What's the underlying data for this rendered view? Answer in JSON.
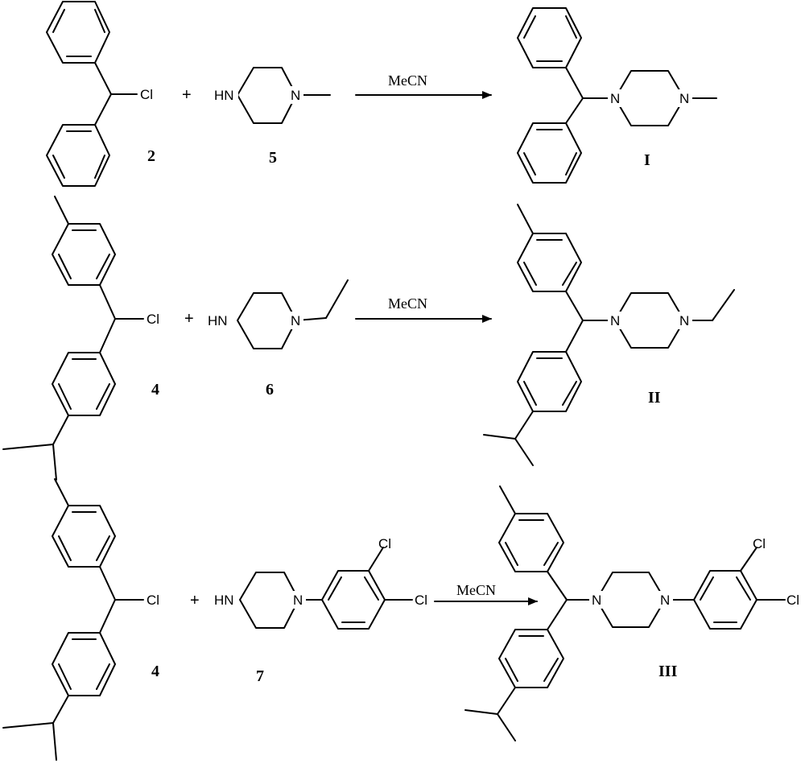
{
  "reactions": [
    {
      "reactant_a": "2",
      "reactant_b": "5",
      "product": "I",
      "conditions": "MeCN",
      "plus": "+",
      "atoms": {
        "cl": "Cl",
        "nh": "HN",
        "n1": "N",
        "pn1": "N",
        "pn2": "N"
      }
    },
    {
      "reactant_a": "4",
      "reactant_b": "6",
      "product": "II",
      "conditions": "MeCN",
      "plus": "+",
      "atoms": {
        "cl": "Cl",
        "nh": "HN",
        "n1": "N",
        "pn1": "N",
        "pn2": "N"
      }
    },
    {
      "reactant_a": "4",
      "reactant_b": "7",
      "product": "III",
      "conditions": "MeCN",
      "plus": "+",
      "atoms": {
        "cl": "Cl",
        "nh": "HN",
        "n1": "N",
        "rcl1": "Cl",
        "rcl2": "Cl",
        "pn1": "N",
        "pn2": "N",
        "pcl1": "Cl",
        "pcl2": "Cl"
      }
    }
  ]
}
